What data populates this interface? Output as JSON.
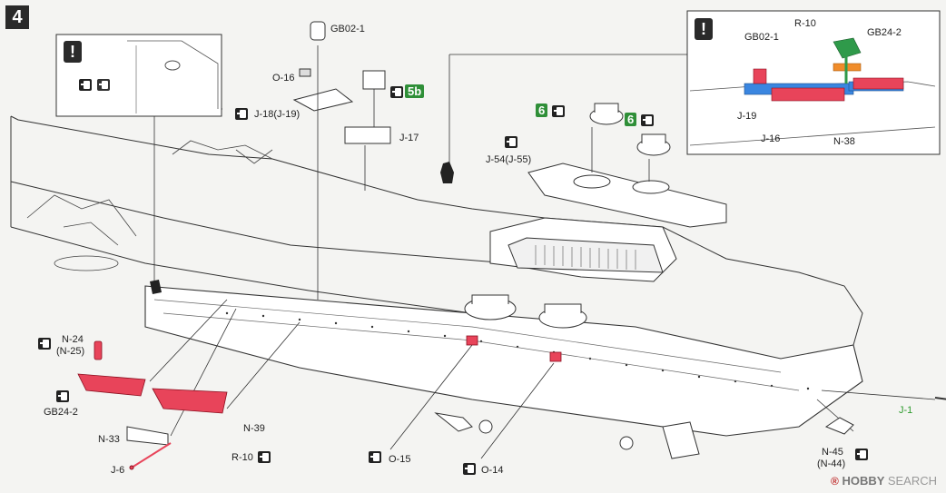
{
  "step_number": "4",
  "inset_left": {
    "warning_mark": "!"
  },
  "inset_right": {
    "warning_mark": "!",
    "labels": {
      "gb02_1": "GB02-1",
      "r_10": "R-10",
      "gb24_2": "GB24-2",
      "j_19": "J-19",
      "j_16": "J-16",
      "n_38": "N-38"
    }
  },
  "parts": {
    "gb02_1": "GB02-1",
    "o_16": "O-16",
    "j_18": "J-18(J-19)",
    "j_17": "J-17",
    "step_5b": "5b",
    "j_54": "J-54(J-55)",
    "step_6a": "6",
    "step_6b": "6",
    "n_24": "N-24",
    "n_25": "(N-25)",
    "gb24_2": "GB24-2",
    "n_33": "N-33",
    "j_6": "J-6",
    "r_10": "R-10",
    "n_39": "N-39",
    "o_15": "O-15",
    "o_14": "O-14",
    "j_1": "J-1",
    "n_45": "N-45",
    "n_44": "(N-44)"
  },
  "colors": {
    "highlight": "#e8445a",
    "inset_blue": "#3a86e0",
    "inset_green": "#2f9a4a",
    "inset_orange": "#f08c2a",
    "step_green": "#2f8f38"
  },
  "watermark": {
    "reg_mark": "®",
    "brand": "HOBBY",
    "suffix": "SEARCH"
  }
}
